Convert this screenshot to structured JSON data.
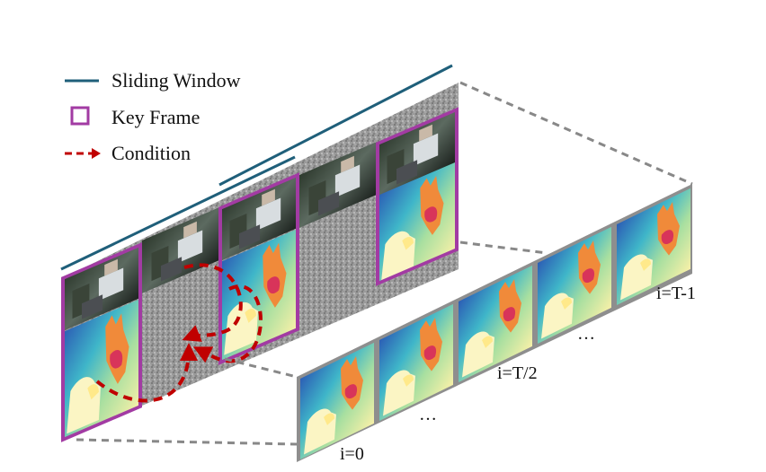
{
  "legend": {
    "sliding_window": "Sliding Window",
    "key_frame": "Key Frame",
    "condition": "Condition"
  },
  "strip_labels": {
    "first": "i=0",
    "middle": "i=T/2",
    "last": "i=T-1",
    "ellipsis_left": "…",
    "ellipsis_right": "…"
  },
  "colors": {
    "sliding_window": "#1f5f7a",
    "key_frame": "#a23ba3",
    "condition": "#c00000",
    "connector": "#888888"
  }
}
